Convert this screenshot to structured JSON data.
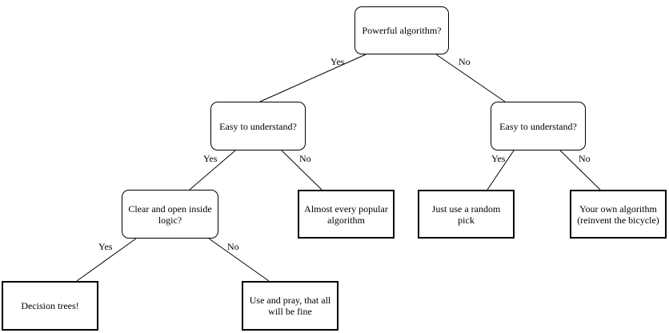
{
  "nodes": {
    "root": "Powerful algorithm?",
    "easy_left": "Easy to understand?",
    "easy_right": "Easy to understand?",
    "clear_logic": "Clear and open inside logic?",
    "almost_every": "Almost every popular algorithm",
    "random_pick": "Just use a random pick",
    "own_algorithm": "Your own algorithm (reinvent the bicycle)",
    "decision_trees": "Decision trees!",
    "use_and_pray": "Use and pray, that all will be fine"
  },
  "edges": {
    "root_yes": "Yes",
    "root_no": "No",
    "easy_left_yes": "Yes",
    "easy_left_no": "No",
    "easy_right_yes": "Yes",
    "easy_right_no": "No",
    "clear_yes": "Yes",
    "clear_no": "No"
  }
}
